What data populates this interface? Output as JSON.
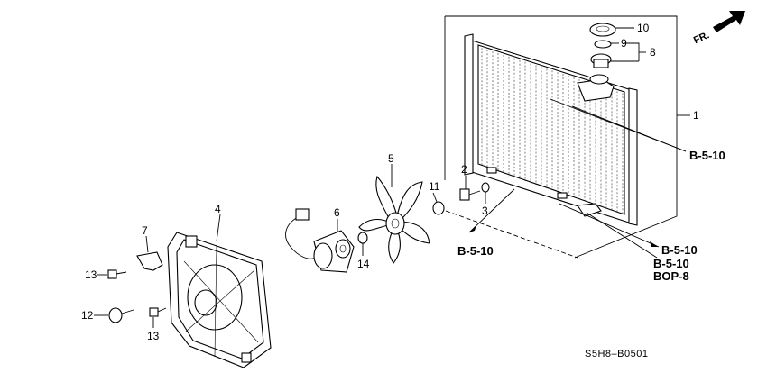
{
  "callouts": {
    "c1": "1",
    "c2": "2",
    "c3": "3",
    "c4": "4",
    "c5": "5",
    "c6": "6",
    "c7": "7",
    "c8": "8",
    "c9": "9",
    "c10": "10",
    "c11": "11",
    "c12": "12",
    "c13a": "13",
    "c13b": "13",
    "c14": "14"
  },
  "references": {
    "r_top": "B-5-10",
    "r_left": "B-5-10",
    "r_mid": "B-5-10",
    "r_low": "B-5-10",
    "r_bop": "BOP-8"
  },
  "direction": {
    "label": "FR."
  },
  "diagram_code": "S5H8–B0501"
}
